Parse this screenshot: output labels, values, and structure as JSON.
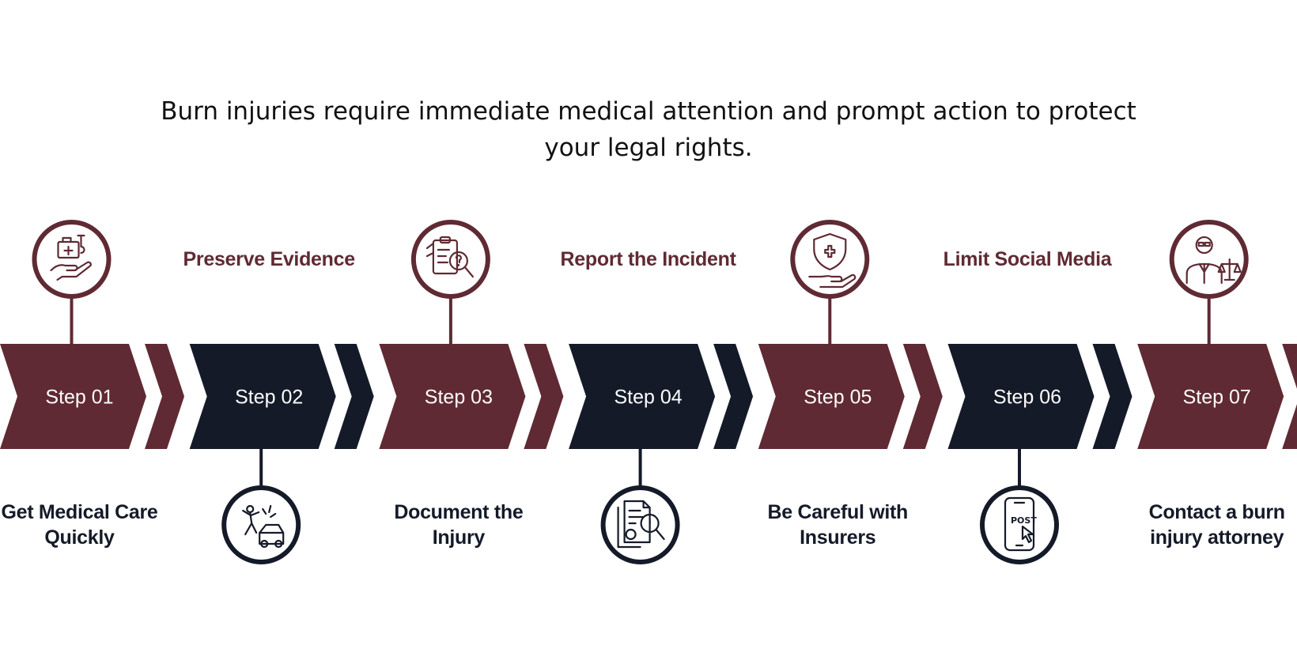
{
  "intro": {
    "line1": "Burn injuries require immediate medical attention and prompt action to protect",
    "line2": "your legal rights."
  },
  "colors": {
    "maroon": "#5f2a33",
    "navy": "#141a28",
    "white": "#ffffff"
  },
  "steps": [
    {
      "label": "Step 01",
      "color": "maroon",
      "icon": "hand-medical-kit-icon",
      "icon_side": "top",
      "caption": [
        "Get Medical Care",
        "Quickly"
      ],
      "caption_side": "bottom"
    },
    {
      "label": "Step 02",
      "color": "navy",
      "icon": "car-accident-icon",
      "icon_side": "bottom",
      "caption": [
        "Preserve Evidence"
      ],
      "caption_side": "top"
    },
    {
      "label": "Step 03",
      "color": "maroon",
      "icon": "clipboard-magnifier-icon",
      "icon_side": "top",
      "caption": [
        "Document the",
        "Injury"
      ],
      "caption_side": "bottom"
    },
    {
      "label": "Step 04",
      "color": "navy",
      "icon": "report-document-icon",
      "icon_side": "bottom",
      "caption": [
        "Report the Incident"
      ],
      "caption_side": "top"
    },
    {
      "label": "Step 05",
      "color": "maroon",
      "icon": "shield-hand-icon",
      "icon_side": "top",
      "caption": [
        "Be Careful with",
        "Insurers"
      ],
      "caption_side": "bottom"
    },
    {
      "label": "Step 06",
      "color": "navy",
      "icon": "phone-post-icon",
      "icon_side": "bottom",
      "caption": [
        "Limit Social Media"
      ],
      "caption_side": "top"
    },
    {
      "label": "Step 07",
      "color": "maroon",
      "icon": "lawyer-scales-icon",
      "icon_side": "top",
      "caption": [
        "Contact a burn",
        "injury attorney"
      ],
      "caption_side": "bottom"
    }
  ],
  "caption_color": {
    "top": "maroon",
    "bottom": "navy"
  }
}
